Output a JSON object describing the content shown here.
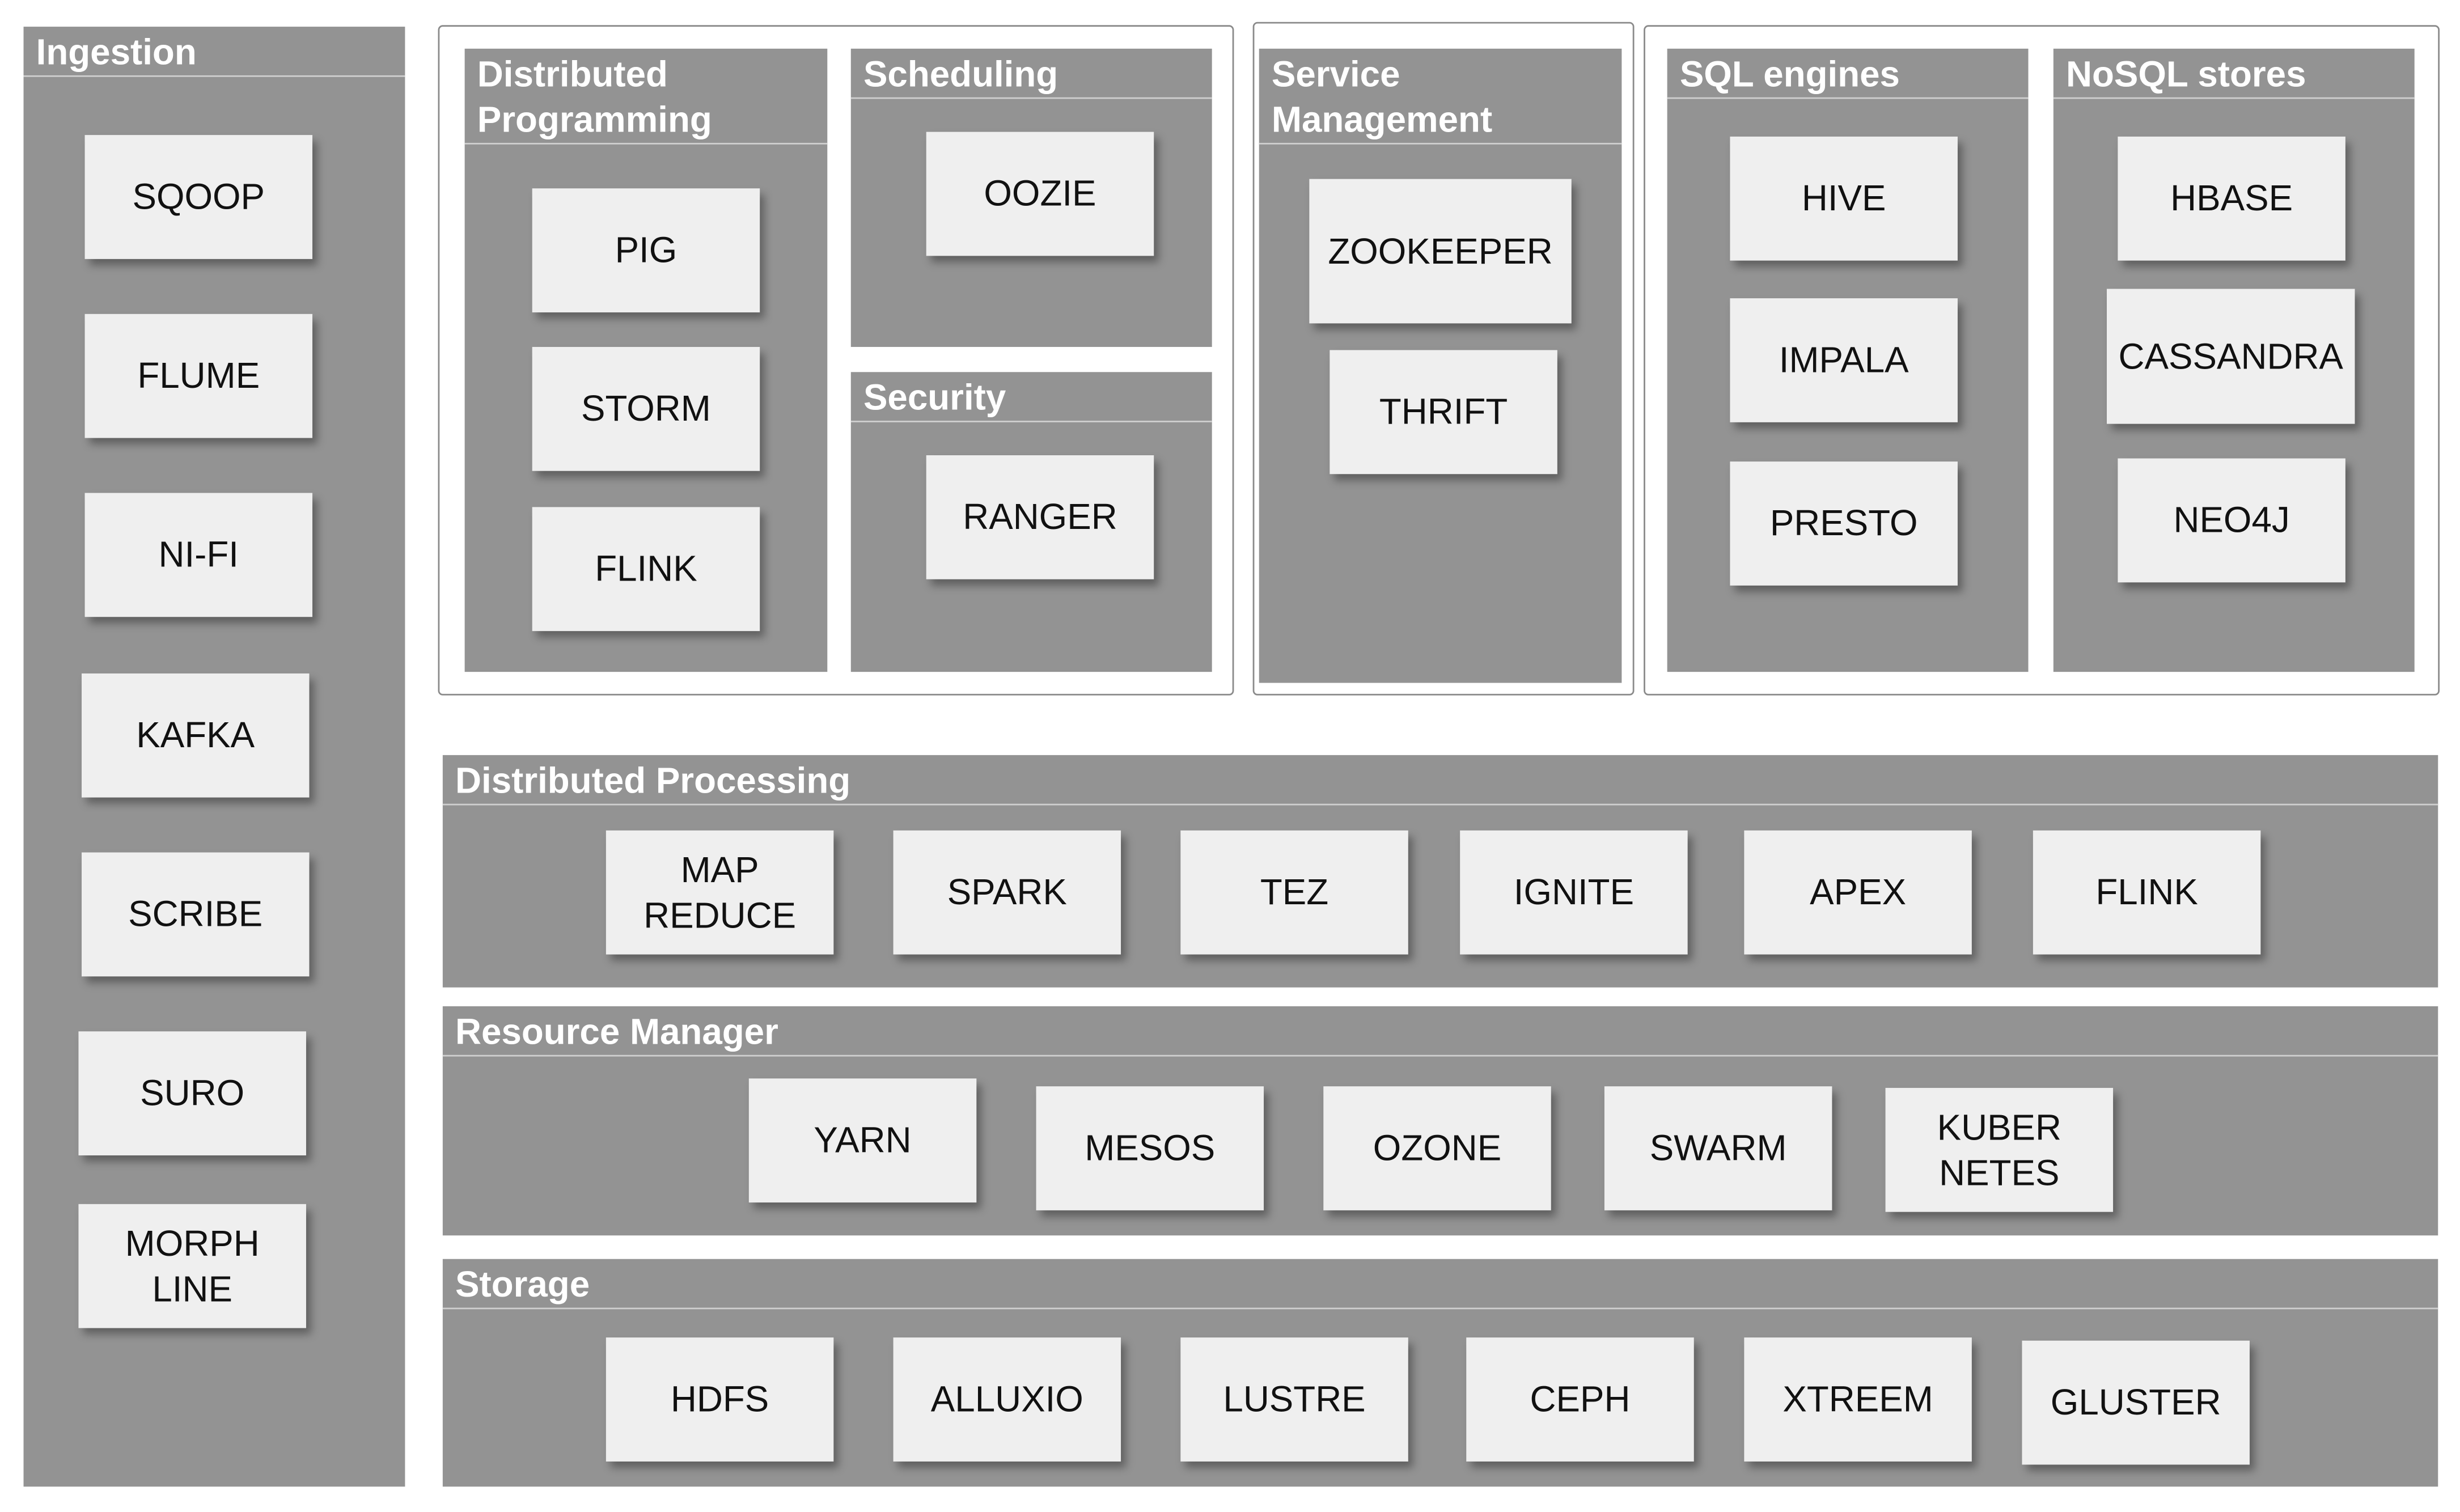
{
  "ingestion": {
    "title": "Ingestion",
    "items": [
      "SQOOP",
      "FLUME",
      "NI-FI",
      "KAFKA",
      "SCRIBE",
      "SURO",
      "MORPH\nLINE"
    ]
  },
  "distributed_programming": {
    "title": "Distributed\nProgramming",
    "items": [
      "PIG",
      "STORM",
      "FLINK"
    ]
  },
  "scheduling": {
    "title": "Scheduling",
    "items": [
      "OOZIE"
    ]
  },
  "security": {
    "title": "Security",
    "items": [
      "RANGER"
    ]
  },
  "service_management": {
    "title": "Service\nManagement",
    "items": [
      "ZOOKEEPER",
      "THRIFT"
    ]
  },
  "sql_engines": {
    "title": "SQL engines",
    "items": [
      "HIVE",
      "IMPALA",
      "PRESTO"
    ]
  },
  "nosql_stores": {
    "title": "NoSQL stores",
    "items": [
      "HBASE",
      "CASSANDRA",
      "NEO4J"
    ]
  },
  "distributed_processing": {
    "title": "Distributed Processing",
    "items": [
      "MAP\nREDUCE",
      "SPARK",
      "TEZ",
      "IGNITE",
      "APEX",
      "FLINK"
    ]
  },
  "resource_manager": {
    "title": "Resource Manager",
    "items": [
      "YARN",
      "MESOS",
      "OZONE",
      "SWARM",
      "KUBER\nNETES"
    ]
  },
  "storage": {
    "title": "Storage",
    "items": [
      "HDFS",
      "ALLUXIO",
      "LUSTRE",
      "CEPH",
      "XTREEM",
      "GLUSTER"
    ]
  }
}
